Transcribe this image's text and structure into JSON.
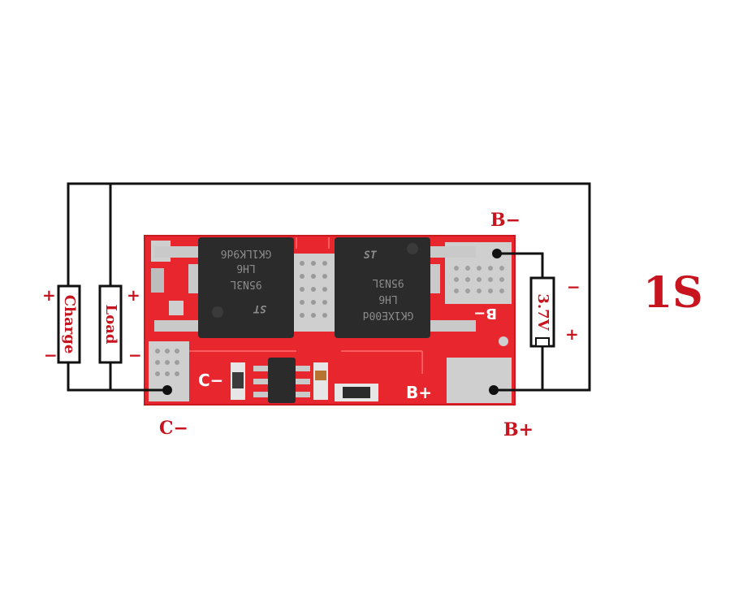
{
  "labels": {
    "config": "1S",
    "b_minus_top": "B−",
    "b_plus_bottom": "B+",
    "c_minus_bottom": "C−",
    "charge": "Charge",
    "load": "Load",
    "battery": "3.7V",
    "plus": "+",
    "minus": "−"
  },
  "board": {
    "silk_c_minus": "C−",
    "silk_b_plus": "B+",
    "silk_b_minus": "B−",
    "mosfet_left_lines": [
      "GK1LK9d6",
      "LH6",
      "95N3L"
    ],
    "mosfet_right_lines": [
      "95N3L",
      "LH6",
      "GK1XE00d"
    ],
    "mosfet_right_logo": "ST",
    "mosfet_left_logo": "ST"
  },
  "colors": {
    "pcb_red": "#e8262e",
    "label_red": "#c8141e",
    "wire": "#111111",
    "chip": "#2b2b2b",
    "pad": "#c9c9c9"
  }
}
